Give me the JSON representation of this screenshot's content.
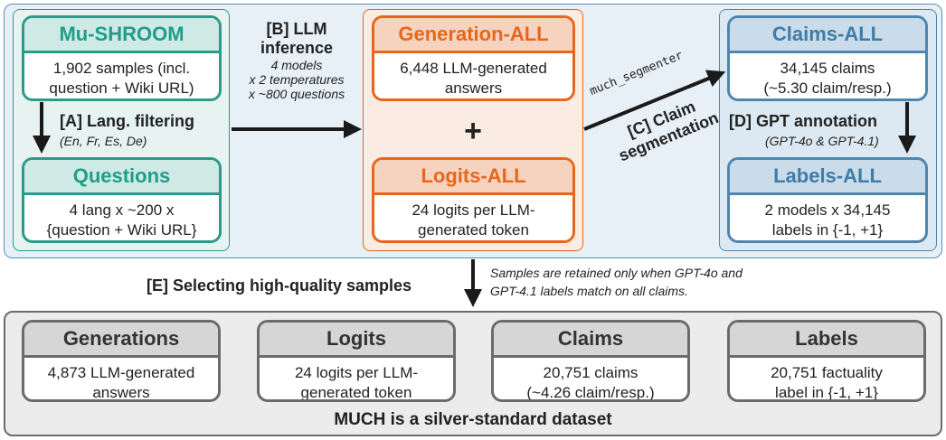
{
  "top_section": {
    "mushroom": {
      "title": "Mu-SHROOM",
      "line1": "1,902 samples (incl.",
      "line2": "question + Wiki URL)"
    },
    "questions": {
      "title": "Questions",
      "line1": "4 lang x ~200 x",
      "line2": "{question + Wiki URL}"
    },
    "step_a": {
      "label": "[A] Lang. filtering",
      "detail": "(En, Fr, Es, De)"
    },
    "step_b": {
      "label_line1": "[B] LLM",
      "label_line2": "inference",
      "detail1": "4 models",
      "detail2": "x 2 temperatures",
      "detail3": "x ~800 questions"
    },
    "generation_all": {
      "title": "Generation-ALL",
      "line1": "6,448 LLM-generated",
      "line2": "answers"
    },
    "plus": "+",
    "logits_all": {
      "title": "Logits-ALL",
      "line1": "24 logits per LLM-",
      "line2": "generated token"
    },
    "step_c": {
      "tool": "much_segmenter",
      "label_line1": "[C] Claim",
      "label_line2": "segmentation"
    },
    "claims_all": {
      "title": "Claims-ALL",
      "line1": "34,145 claims",
      "line2": "(~5.30 claim/resp.)"
    },
    "step_d": {
      "label": "[D] GPT annotation",
      "detail": "(GPT-4o & GPT-4.1)"
    },
    "labels_all": {
      "title": "Labels-ALL",
      "line1": "2 models x 34,145",
      "line2": "labels in {-1, +1}"
    }
  },
  "step_e": {
    "label": "[E] Selecting high-quality samples",
    "note1": "Samples are retained only when GPT-4o and",
    "note2": "GPT-4.1 labels match on all claims."
  },
  "bottom_section": {
    "generations": {
      "title": "Generations",
      "line1": "4,873 LLM-generated",
      "line2": "answers"
    },
    "logits": {
      "title": "Logits",
      "line1": "24 logits per LLM-",
      "line2": "generated token"
    },
    "claims": {
      "title": "Claims",
      "line1": "20,751 claims",
      "line2": "(~4.26 claim/resp.)"
    },
    "labels": {
      "title": "Labels",
      "line1": "20,751 factuality",
      "line2": "label in {-1, +1}"
    },
    "caption": "MUCH is a silver-standard dataset"
  },
  "colors": {
    "teal": "#2b9b8a",
    "orange": "#e8661c",
    "blue": "#4e86b0",
    "gray": "#6b6b6b",
    "panel_blue": "#e6f0f6"
  }
}
